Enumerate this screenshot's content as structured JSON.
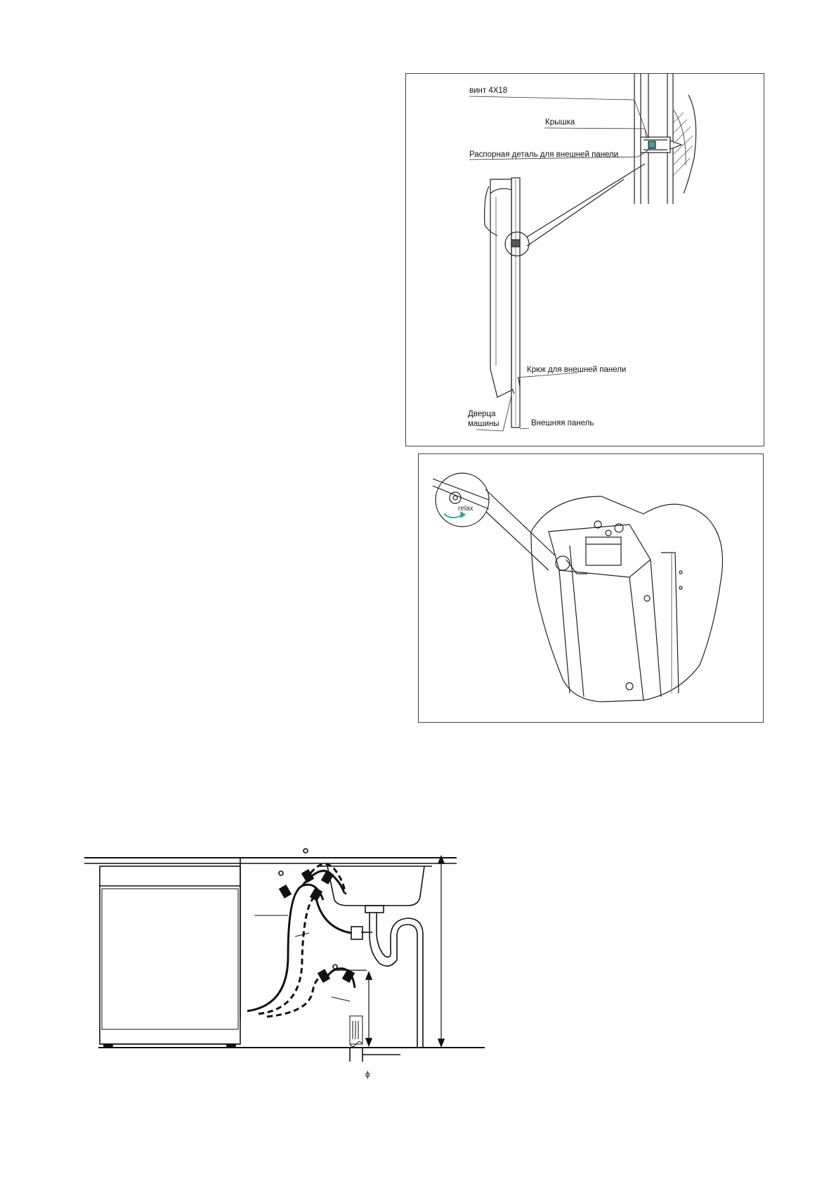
{
  "figure1": {
    "labels": {
      "screw": "винт 4Х18",
      "cap": "Крышка",
      "spacer": "Распорная деталь для внешней панели",
      "hook": "Крюк для внешней панели",
      "door_line1": "Дверца",
      "door_line2": "машины",
      "outer_panel": "Внешняя панель"
    }
  },
  "figure2": {
    "labels": {
      "relax": "relax"
    }
  },
  "figure3": {
    "labels": {
      "drain_diameter": "ϕ"
    }
  }
}
